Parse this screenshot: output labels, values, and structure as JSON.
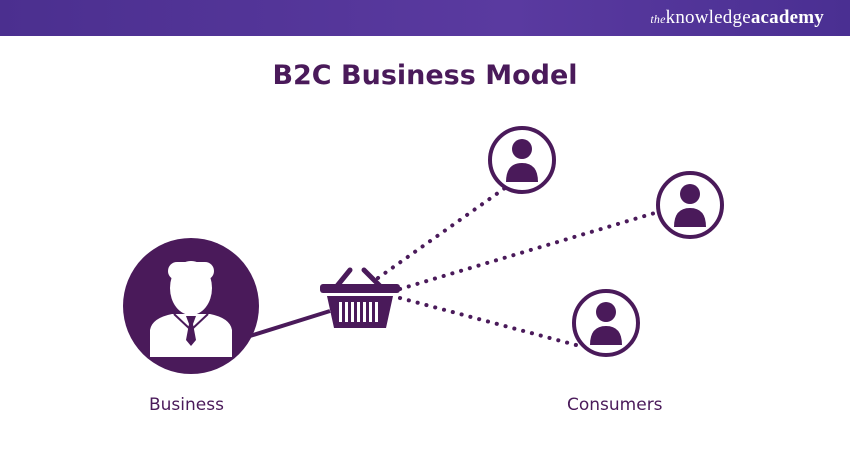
{
  "brand": {
    "prefix": "the",
    "name_light": "knowledge",
    "name_bold": "academy"
  },
  "title": "B2C Business Model",
  "labels": {
    "business": "Business",
    "consumers": "Consumers"
  },
  "colors": {
    "primary": "#4a1a5a",
    "header": "#4b2f8f"
  }
}
